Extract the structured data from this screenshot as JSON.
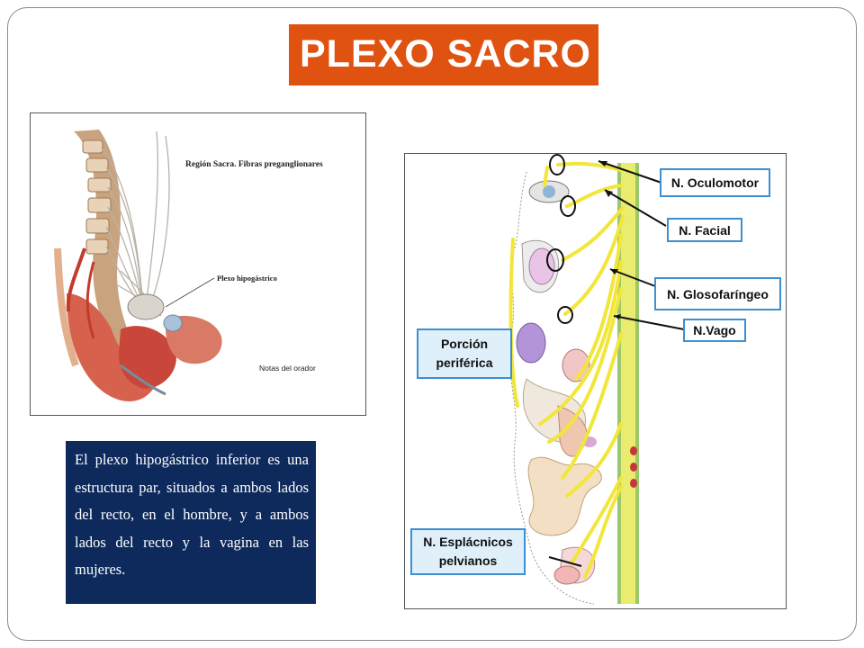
{
  "slide": {
    "title": "PLEXO SACRO",
    "body_text": "El plexo hipogástrico inferior es una estructura par, situados a ambos lados del recto, en el hombre, y a ambos lados del recto y la vagina en las mujeres."
  },
  "anatomy_figure": {
    "caption": "Región Sacra. Fibras preganglionares",
    "pointer_label": "Plexo hipogástrico",
    "notes_label": "Notas del orador"
  },
  "nerve_figure": {
    "labels": {
      "oculomotor": "N. Oculomotor",
      "facial": "N. Facial",
      "glosofaringeo": "N. Glosofaríngeo",
      "vago": "N.Vago",
      "porcion_line1": "Porción",
      "porcion_line2": "periférica",
      "esplacnicos_line1": "N. Esplácnicos",
      "esplacnicos_line2": "pelvianos"
    }
  },
  "colors": {
    "title_bg": "#e0520f",
    "text_box_bg": "#0e2a5c",
    "label_border": "#3d8fd1",
    "nerve_yellow": "#f2e63a"
  }
}
